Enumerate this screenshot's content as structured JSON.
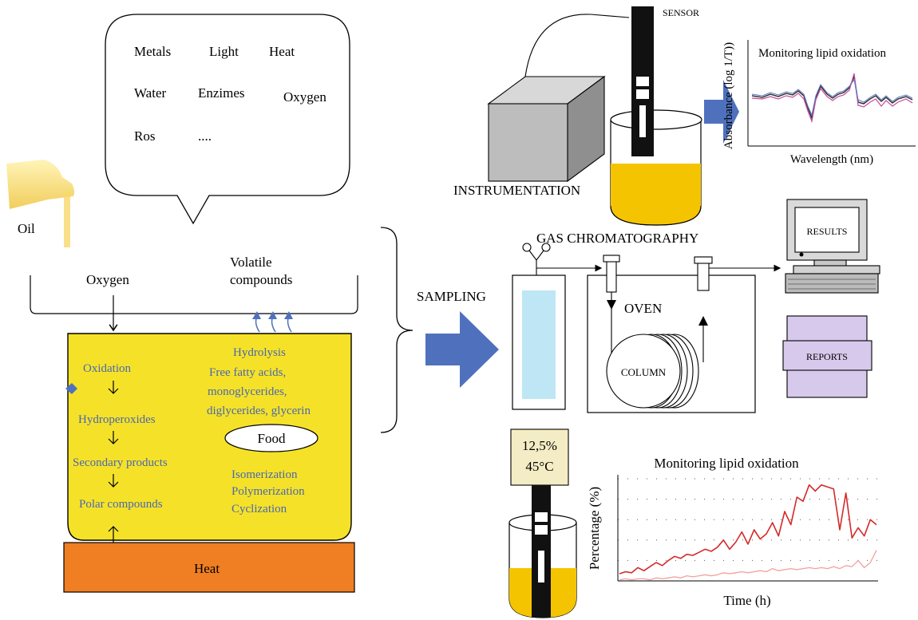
{
  "bubble": {
    "factors": [
      "Metals",
      "Light",
      "Heat",
      "Water",
      "Enzimes",
      "Oxygen",
      "Ros",
      "...."
    ]
  },
  "oil_label": "Oil",
  "vessel": {
    "inputs": {
      "oxygen": "Oxygen",
      "volatile_line1": "Volatile",
      "volatile_line2": "compounds"
    },
    "left_column": [
      "Oxidation",
      "Hydroperoxides",
      "Secondary products",
      "Polar compounds"
    ],
    "hydrolysis": [
      "Hydrolysis",
      "Free fatty acids,",
      "monoglycerides,",
      "diglycerides, glycerin"
    ],
    "food": "Food",
    "reactions": [
      "Isomerization",
      "Polymerization",
      "Cyclization"
    ],
    "heat": "Heat"
  },
  "sampling": "SAMPLING",
  "instrumentation": {
    "sensor": "SENSOR",
    "label": "INSTRUMENTATION",
    "spectrum_title": "Monitoring lipid oxidation",
    "spectrum_ylabel": "Absorbance (log 1/T))",
    "spectrum_xlabel": "Wavelength (nm)"
  },
  "gc": {
    "title": "GAS CHROMATOGRAPHY",
    "oven": "OVEN",
    "column": "COLUMN",
    "results": "RESULTS",
    "reports": "REPORTS"
  },
  "probe": {
    "reading_line1": "12,5%",
    "reading_line2": "45°C"
  },
  "colors": {
    "oil_yellow": "#f5e228",
    "heat_orange": "#f07e23",
    "arrow_blue": "#4f71bd",
    "text_blue": "#4a67b0",
    "sensor_liquid": "#f5c400",
    "gc_cell": "#bfe6f5",
    "reports_purple": "#d7c9ec",
    "reading_box": "#f4ecc4",
    "line_red": "#d42a2a",
    "line_pink": "#f3a0a0"
  },
  "chart_data": {
    "type": "line",
    "title": "Monitoring lipid oxidation",
    "xlabel": "Time (h)",
    "ylabel": "Percentage (%)",
    "ylim": [
      0,
      100
    ],
    "grid": true,
    "legend": "none",
    "series": [
      {
        "values": [
          7,
          9,
          8,
          13,
          10,
          14,
          18,
          15,
          20,
          24,
          22,
          26,
          25,
          28,
          31,
          29,
          33,
          40,
          31,
          38,
          48,
          36,
          50,
          41,
          46,
          57,
          44,
          68,
          55,
          82,
          78,
          94,
          88,
          94,
          92,
          90,
          50,
          86,
          42,
          52,
          44,
          60,
          55
        ]
      },
      {
        "values": [
          1,
          2,
          1,
          2,
          2,
          1,
          3,
          2,
          3,
          4,
          3,
          5,
          4,
          5,
          6,
          5,
          6,
          8,
          7,
          8,
          9,
          8,
          9,
          10,
          9,
          12,
          10,
          11,
          12,
          11,
          12,
          13,
          12,
          13,
          12,
          14,
          12,
          15,
          14,
          20,
          13,
          18,
          30
        ]
      }
    ]
  }
}
